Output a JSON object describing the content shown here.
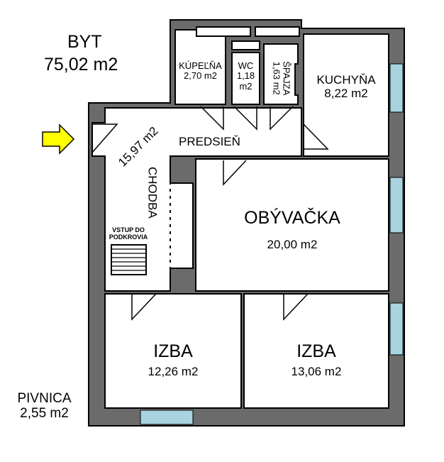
{
  "title": {
    "label": "BYT",
    "area": "75,02 m2"
  },
  "rooms": {
    "kupelna": {
      "name": "KÚPEĽŇA",
      "area": "2,70 m2"
    },
    "wc": {
      "name": "WC",
      "area1": "1,18",
      "area2": "m2"
    },
    "spajza": {
      "name": "ŠPAJZA",
      "area": "1,63 m2"
    },
    "kuchyna": {
      "name": "KUCHYŇA",
      "area": "8,22 m2"
    },
    "predsien": {
      "name": "PREDSIEŇ"
    },
    "chodba": {
      "name": "CHODBA",
      "area": "15,97 m2"
    },
    "podkrovie": {
      "line1": "VSTUP DO",
      "line2": "PODKROVIA"
    },
    "obyvacka": {
      "name": "OBÝVAČKA",
      "area": "20,00 m2"
    },
    "izba1": {
      "name": "IZBA",
      "area": "12,26 m2"
    },
    "izba2": {
      "name": "IZBA",
      "area": "13,06 m2"
    },
    "pivnica": {
      "name": "PIVNICA",
      "area": "2,55 m2"
    }
  },
  "colors": {
    "wall": "#6b6b6b",
    "window": "#a8d4e2",
    "arrow": "#ffff00"
  }
}
